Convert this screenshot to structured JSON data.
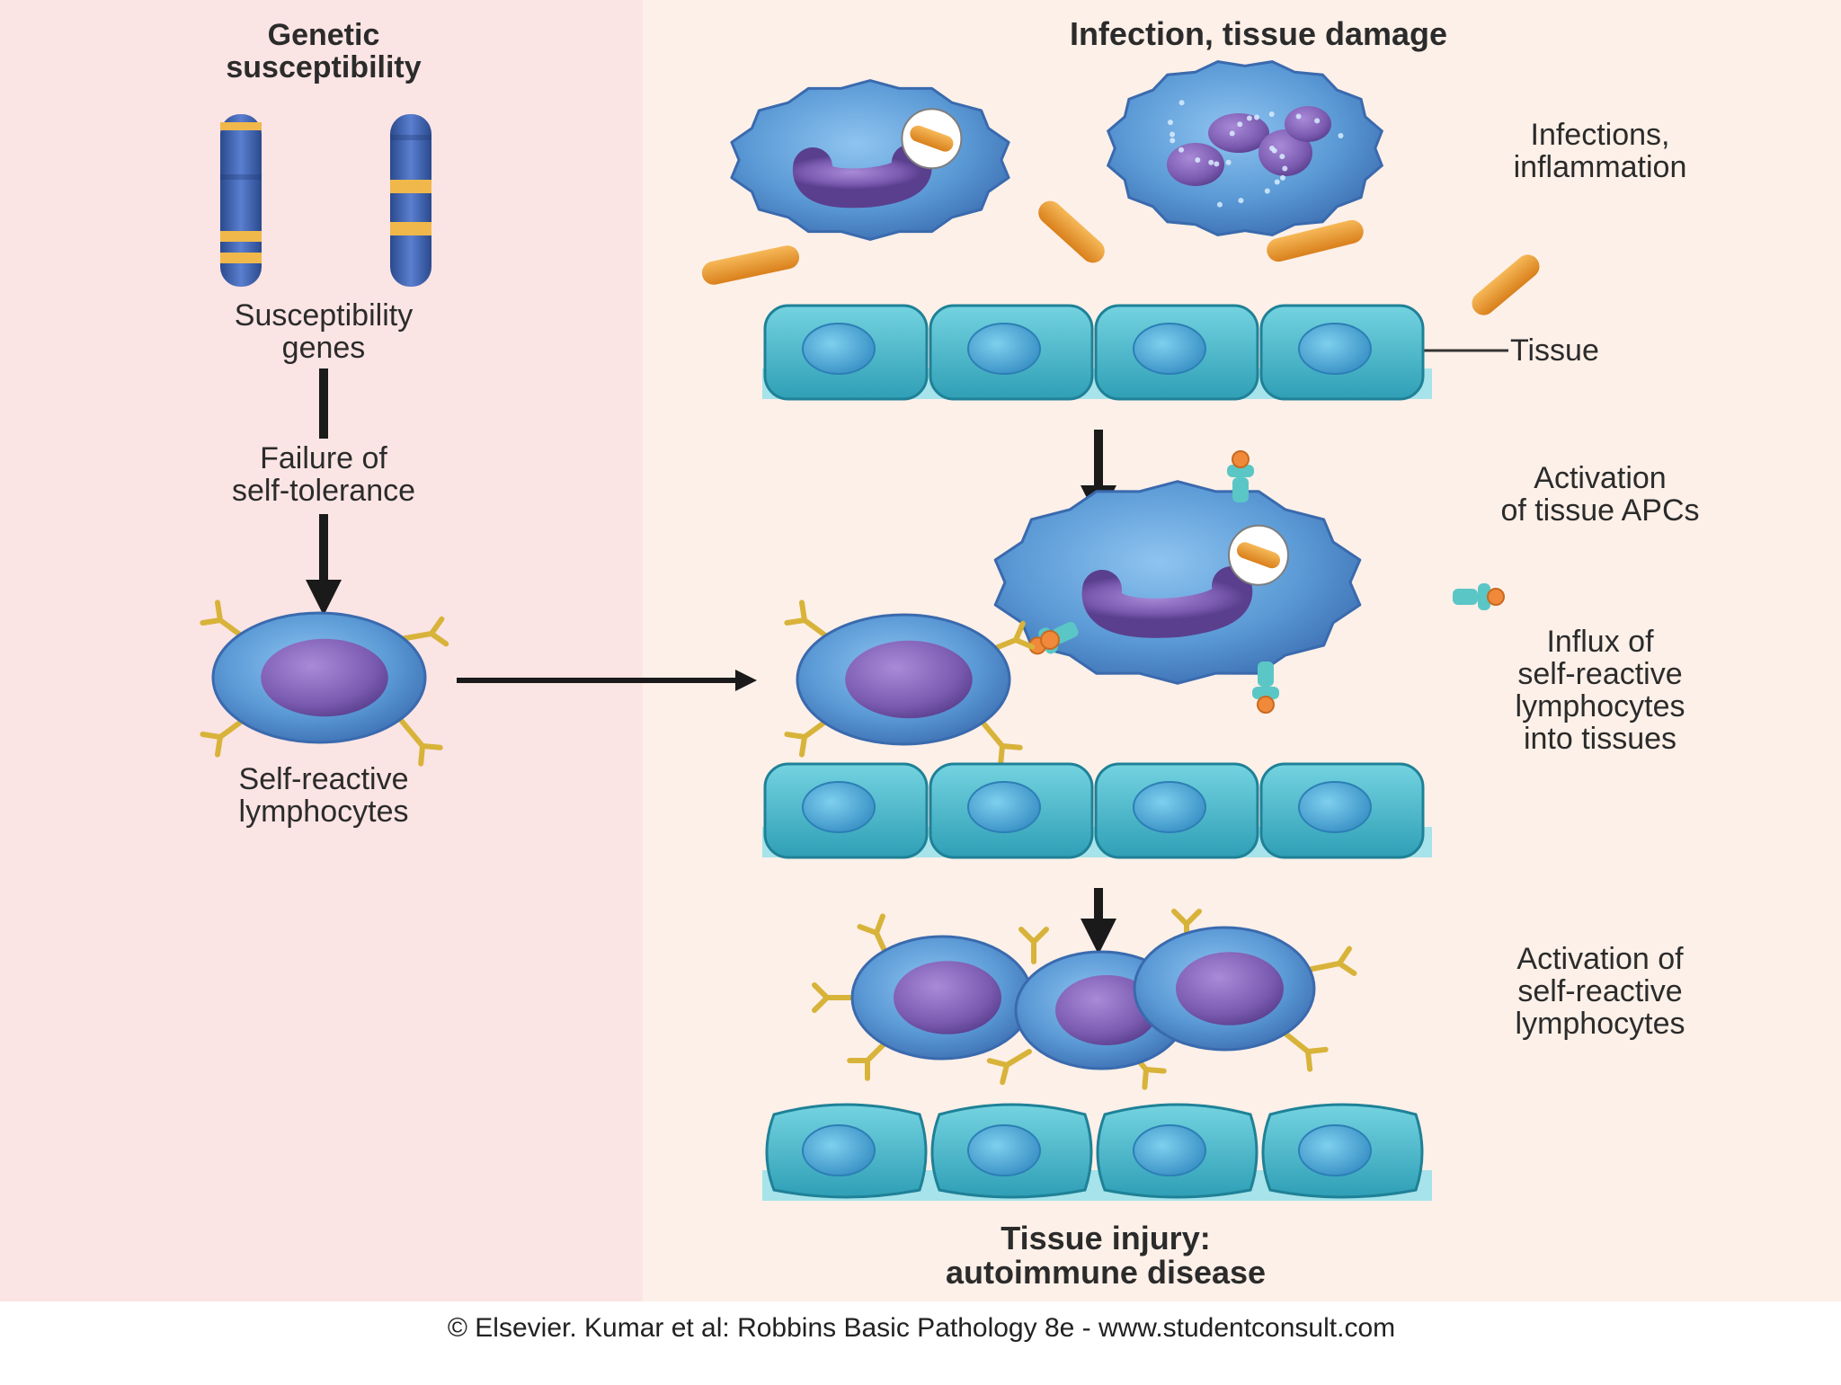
{
  "left_panel": {
    "title": [
      "Genetic",
      "susceptibility"
    ],
    "genes_label": [
      "Susceptibility",
      "genes"
    ],
    "failure_label": [
      "Failure of",
      "self-tolerance"
    ],
    "lymphocytes_label": [
      "Self-reactive",
      "lymphocytes"
    ]
  },
  "right_panel": {
    "title": "Infection, tissue damage",
    "infections_label": [
      "Infections,",
      "inflammation"
    ],
    "tissue_label": "Tissue",
    "apc_label": [
      "Activation",
      "of tissue APCs"
    ],
    "influx_label": [
      "Influx of",
      "self-reactive",
      "lymphocytes",
      "into tissues"
    ],
    "activation_label": [
      "Activation of",
      "self-reactive",
      "lymphocytes"
    ],
    "outcome_label": [
      "Tissue injury:",
      "autoimmune disease"
    ]
  },
  "footer": {
    "credit": "© Elsevier. Kumar et al: Robbins Basic Pathology 8e - www.studentconsult.com"
  },
  "colors": {
    "left_bg": "#fbe4e4",
    "right_bg": "#fdf0e8",
    "cell_blue": "#5b9ad6",
    "nucleus_purple": "#7b5bb0",
    "tissue_teal": "#3fb3c8",
    "bacteria_orange": "#e8952a",
    "receptor_yellow": "#d8b33a",
    "chromosome_blue": "#3d5fa8",
    "band_yellow": "#f0b84a",
    "arrow": "#1a1a1a"
  }
}
